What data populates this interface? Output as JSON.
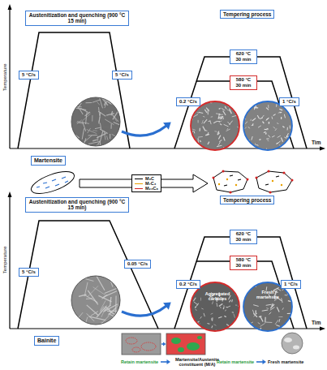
{
  "diagram": {
    "nodes": [
      {
        "text": [
          "Austenitization and quenching (900 °C 15 min)"
        ]
      },
      {
        "text": [
          "5 °C/s"
        ]
      },
      {
        "text": [
          "5 °C/s"
        ]
      },
      {
        "text": [
          "Martensite"
        ]
      },
      {
        "text": [
          "Tempering process"
        ]
      },
      {
        "text": [
          "620 °C 30 min"
        ]
      },
      {
        "text": [
          "580 °C 30 min"
        ]
      },
      {
        "text": [
          "0.2 °C/s"
        ]
      },
      {
        "text": [
          "1 °C/s"
        ]
      },
      {
        "text": [
          "Austenitization and quenching (900 °C 15 min)"
        ]
      },
      {
        "text": [
          "5 °C/s"
        ]
      },
      {
        "text": [
          "0.05 °C/s"
        ]
      },
      {
        "text": [
          "Bainite"
        ]
      },
      {
        "text": [
          "Tempering process"
        ]
      },
      {
        "text": [
          "620 °C 30 min"
        ]
      },
      {
        "text": [
          "580 °C 30 min"
        ]
      },
      {
        "text": [
          "0.2 °C/s"
        ]
      },
      {
        "text": [
          "1 °C/s"
        ]
      }
    ],
    "labels": [
      "Temperature",
      "Tim",
      "Temperature",
      "Tim",
      "Aggregated carbides",
      "Fresh martensite",
      "Retain martensite",
      "Martensite/Austenite constituent (M/A)",
      "Retain martensite",
      "Fresh martensite"
    ],
    "legend": [
      {
        "text": "M₃C"
      },
      {
        "text": "M₇C₃"
      },
      {
        "text": "M₂₃C₆"
      }
    ]
  }
}
